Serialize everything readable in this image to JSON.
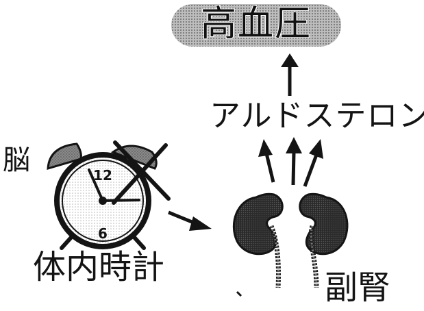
{
  "labels": {
    "title": "高血圧",
    "hormone": "アルドステロン",
    "brain": "脳",
    "body_clock": "体内時計",
    "adrenal": "副腎"
  },
  "clock": {
    "numeral_top": "12",
    "numeral_bottom": "6"
  },
  "colors": {
    "ink": "#141414",
    "organ_fill": "#2e2e2e",
    "title_fill": "#bdbdbd",
    "bell_fill": "#7a7a7a"
  },
  "icons": {
    "alarm_clock": "alarm-clock-icon",
    "cross_mark": "cross-mark-icon",
    "kidney": "kidney-icon"
  }
}
